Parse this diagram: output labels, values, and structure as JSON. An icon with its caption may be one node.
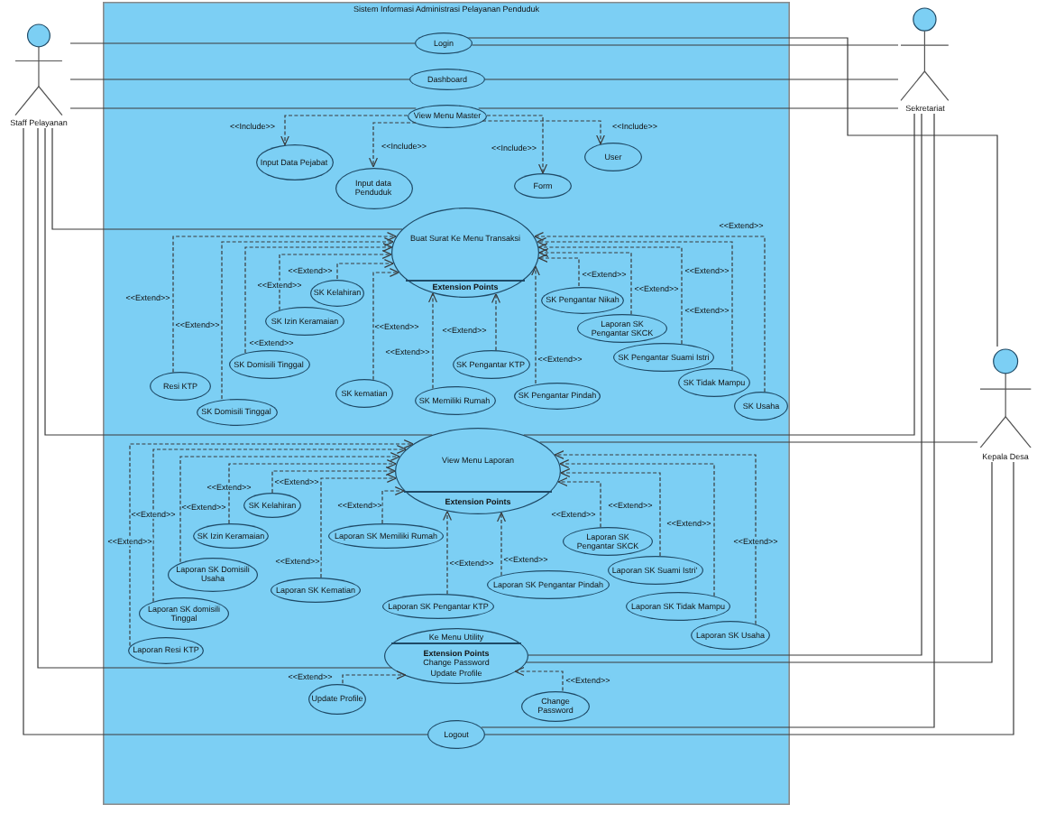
{
  "diagram": {
    "nodes": [
      {
        "text": [
          "Sistem Informasi Administrasi Pelayanan Penduduk"
        ]
      },
      {
        "text": [
          "Staff Pelayanan"
        ]
      },
      {
        "text": [
          "Sekretariat"
        ]
      },
      {
        "text": [
          "Kepala Desa"
        ]
      },
      {
        "text": [
          "Login"
        ],
        "in": 0
      },
      {
        "text": [
          "Dashboard"
        ],
        "in": 0
      },
      {
        "text": [
          "View Menu Master"
        ],
        "in": 0
      },
      {
        "text": [
          "Input Data Pejabat"
        ],
        "in": 0
      },
      {
        "text": [
          "Input data Penduduk"
        ],
        "in": 0
      },
      {
        "text": [
          "Form"
        ],
        "in": 0
      },
      {
        "text": [
          "User"
        ],
        "in": 0
      },
      {
        "text": [
          "Buat Surat Ke Menu Transaksi",
          "Extension Points"
        ],
        "in": 0
      },
      {
        "text": [
          "SK Kelahiran"
        ],
        "in": 0
      },
      {
        "text": [
          "SK Izin Keramaian"
        ],
        "in": 0
      },
      {
        "text": [
          "SK Domisili Tinggal"
        ],
        "in": 0
      },
      {
        "text": [
          "Resi KTP"
        ],
        "in": 0
      },
      {
        "text": [
          "SK Domisili Tinggal"
        ],
        "in": 0
      },
      {
        "text": [
          "SK kematian"
        ],
        "in": 0
      },
      {
        "text": [
          "SK Memiliki Rumah"
        ],
        "in": 0
      },
      {
        "text": [
          "SK Pengantar KTP"
        ],
        "in": 0
      },
      {
        "text": [
          "SK Pengantar Pindah"
        ],
        "in": 0
      },
      {
        "text": [
          "SK Pengantar Nikah"
        ],
        "in": 0
      },
      {
        "text": [
          "Laporan SK Pengantar SKCK"
        ],
        "in": 0
      },
      {
        "text": [
          "SK Pengantar Suami Istri"
        ],
        "in": 0
      },
      {
        "text": [
          "SK Tidak Mampu"
        ],
        "in": 0
      },
      {
        "text": [
          "SK Usaha"
        ],
        "in": 0
      },
      {
        "text": [
          "View Menu Laporan",
          "Extension Points"
        ],
        "in": 0
      },
      {
        "text": [
          "SK Kelahiran"
        ],
        "in": 0
      },
      {
        "text": [
          "SK Izin Keramaian"
        ],
        "in": 0
      },
      {
        "text": [
          "Laporan SK Memiliki Rumah"
        ],
        "in": 0
      },
      {
        "text": [
          "Laporan SK Domisili Usaha"
        ],
        "in": 0
      },
      {
        "text": [
          "Laporan SK domisili Tinggal"
        ],
        "in": 0
      },
      {
        "text": [
          "Laporan Resi KTP"
        ],
        "in": 0
      },
      {
        "text": [
          "Laporan SK Kematian"
        ],
        "in": 0
      },
      {
        "text": [
          "Laporan SK Pengantar KTP"
        ],
        "in": 0
      },
      {
        "text": [
          "Laporan SK Pengantar SKCK"
        ],
        "in": 0
      },
      {
        "text": [
          "Laporan SK Pengantar Pindah"
        ],
        "in": 0
      },
      {
        "text": [
          "Laporan SK Suami Istri'"
        ],
        "in": 0
      },
      {
        "text": [
          "Laporan SK Tidak Mampu"
        ],
        "in": 0
      },
      {
        "text": [
          "Laporan SK Usaha"
        ],
        "in": 0
      },
      {
        "text": [
          "Ke Menu Utility",
          "Extension Points",
          "Change Password",
          "Update Profile"
        ],
        "in": 0
      },
      {
        "text": [
          "Update Profile"
        ],
        "in": 0
      },
      {
        "text": [
          "Change Password"
        ],
        "in": 0
      },
      {
        "text": [
          "Logout"
        ],
        "in": 0
      }
    ],
    "edges": [
      {
        "from": 1,
        "to": 4,
        "arrow": "none"
      },
      {
        "from": 1,
        "to": 5,
        "arrow": "none"
      },
      {
        "from": 1,
        "to": 6,
        "arrow": "none"
      },
      {
        "from": 1,
        "to": 11,
        "arrow": "none"
      },
      {
        "from": 1,
        "to": 26,
        "arrow": "none"
      },
      {
        "from": 1,
        "to": 40,
        "arrow": "none"
      },
      {
        "from": 1,
        "to": 43,
        "arrow": "none"
      },
      {
        "from": 2,
        "to": 4,
        "arrow": "none"
      },
      {
        "from": 2,
        "to": 5,
        "arrow": "none"
      },
      {
        "from": 2,
        "to": 6,
        "arrow": "none"
      },
      {
        "from": 2,
        "to": 26,
        "arrow": "none"
      },
      {
        "from": 2,
        "to": 40,
        "arrow": "none"
      },
      {
        "from": 2,
        "to": 43,
        "arrow": "none"
      },
      {
        "from": 3,
        "to": 4,
        "arrow": "none"
      },
      {
        "from": 3,
        "to": 26,
        "arrow": "none"
      },
      {
        "from": 3,
        "to": 40,
        "arrow": "none"
      },
      {
        "from": 3,
        "to": 43,
        "arrow": "none"
      },
      {
        "from": 6,
        "to": 7,
        "arrow": "to",
        "style": "dashed",
        "label": "<<Include>>"
      },
      {
        "from": 6,
        "to": 8,
        "arrow": "to",
        "style": "dashed",
        "label": "<<Include>>"
      },
      {
        "from": 6,
        "to": 9,
        "arrow": "to",
        "style": "dashed",
        "label": "<<Include>>"
      },
      {
        "from": 6,
        "to": 10,
        "arrow": "to",
        "style": "dashed",
        "label": "<<Include>>"
      },
      {
        "from": 15,
        "to": 11,
        "arrow": "to",
        "style": "dashed",
        "label": "<<Extend>>"
      },
      {
        "from": 16,
        "to": 11,
        "arrow": "to",
        "style": "dashed",
        "label": "<<Extend>>"
      },
      {
        "from": 14,
        "to": 11,
        "arrow": "to",
        "style": "dashed",
        "label": "<<Extend>>"
      },
      {
        "from": 13,
        "to": 11,
        "arrow": "to",
        "style": "dashed",
        "label": "<<Extend>>"
      },
      {
        "from": 12,
        "to": 11,
        "arrow": "to",
        "style": "dashed",
        "label": "<<Extend>>"
      },
      {
        "from": 17,
        "to": 11,
        "arrow": "to",
        "style": "dashed",
        "label": "<<Extend>>"
      },
      {
        "from": 18,
        "to": 11,
        "arrow": "to",
        "style": "dashed",
        "label": "<<Extend>>"
      },
      {
        "from": 19,
        "to": 11,
        "arrow": "to",
        "style": "dashed",
        "label": "<<Extend>>"
      },
      {
        "from": 20,
        "to": 11,
        "arrow": "to",
        "style": "dashed",
        "label": "<<Extend>>"
      },
      {
        "from": 21,
        "to": 11,
        "arrow": "to",
        "style": "dashed",
        "label": "<<Extend>>"
      },
      {
        "from": 22,
        "to": 11,
        "arrow": "to",
        "style": "dashed",
        "label": "<<Extend>>"
      },
      {
        "from": 23,
        "to": 11,
        "arrow": "to",
        "style": "dashed",
        "label": "<<Extend>>"
      },
      {
        "from": 24,
        "to": 11,
        "arrow": "to",
        "style": "dashed",
        "label": "<<Extend>>"
      },
      {
        "from": 25,
        "to": 11,
        "arrow": "to",
        "style": "dashed",
        "label": "<<Extend>>"
      },
      {
        "from": 32,
        "to": 26,
        "arrow": "to",
        "style": "dashed",
        "label": "<<Extend>>"
      },
      {
        "from": 31,
        "to": 26,
        "arrow": "to",
        "style": "dashed",
        "label": "<<Extend>>"
      },
      {
        "from": 30,
        "to": 26,
        "arrow": "to",
        "style": "dashed",
        "label": "<<Extend>>"
      },
      {
        "from": 28,
        "to": 26,
        "arrow": "to",
        "style": "dashed",
        "label": "<<Extend>>"
      },
      {
        "from": 27,
        "to": 26,
        "arrow": "to",
        "style": "dashed",
        "label": "<<Extend>>"
      },
      {
        "from": 33,
        "to": 26,
        "arrow": "to",
        "style": "dashed",
        "label": "<<Extend>>"
      },
      {
        "from": 29,
        "to": 26,
        "arrow": "to",
        "style": "dashed",
        "label": "<<Extend>>"
      },
      {
        "from": 34,
        "to": 26,
        "arrow": "to",
        "style": "dashed",
        "label": "<<Extend>>"
      },
      {
        "from": 36,
        "to": 26,
        "arrow": "to",
        "style": "dashed",
        "label": "<<Extend>>"
      },
      {
        "from": 35,
        "to": 26,
        "arrow": "to",
        "style": "dashed",
        "label": "<<Extend>>"
      },
      {
        "from": 37,
        "to": 26,
        "arrow": "to",
        "style": "dashed",
        "label": "<<Extend>>"
      },
      {
        "from": 38,
        "to": 26,
        "arrow": "to",
        "style": "dashed",
        "label": "<<Extend>>"
      },
      {
        "from": 39,
        "to": 26,
        "arrow": "to",
        "style": "dashed",
        "label": "<<Extend>>"
      },
      {
        "from": 41,
        "to": 40,
        "arrow": "to",
        "style": "dashed",
        "label": "<<Extend>>"
      },
      {
        "from": 42,
        "to": 40,
        "arrow": "to",
        "style": "dashed",
        "label": "<<Extend>>"
      }
    ]
  }
}
